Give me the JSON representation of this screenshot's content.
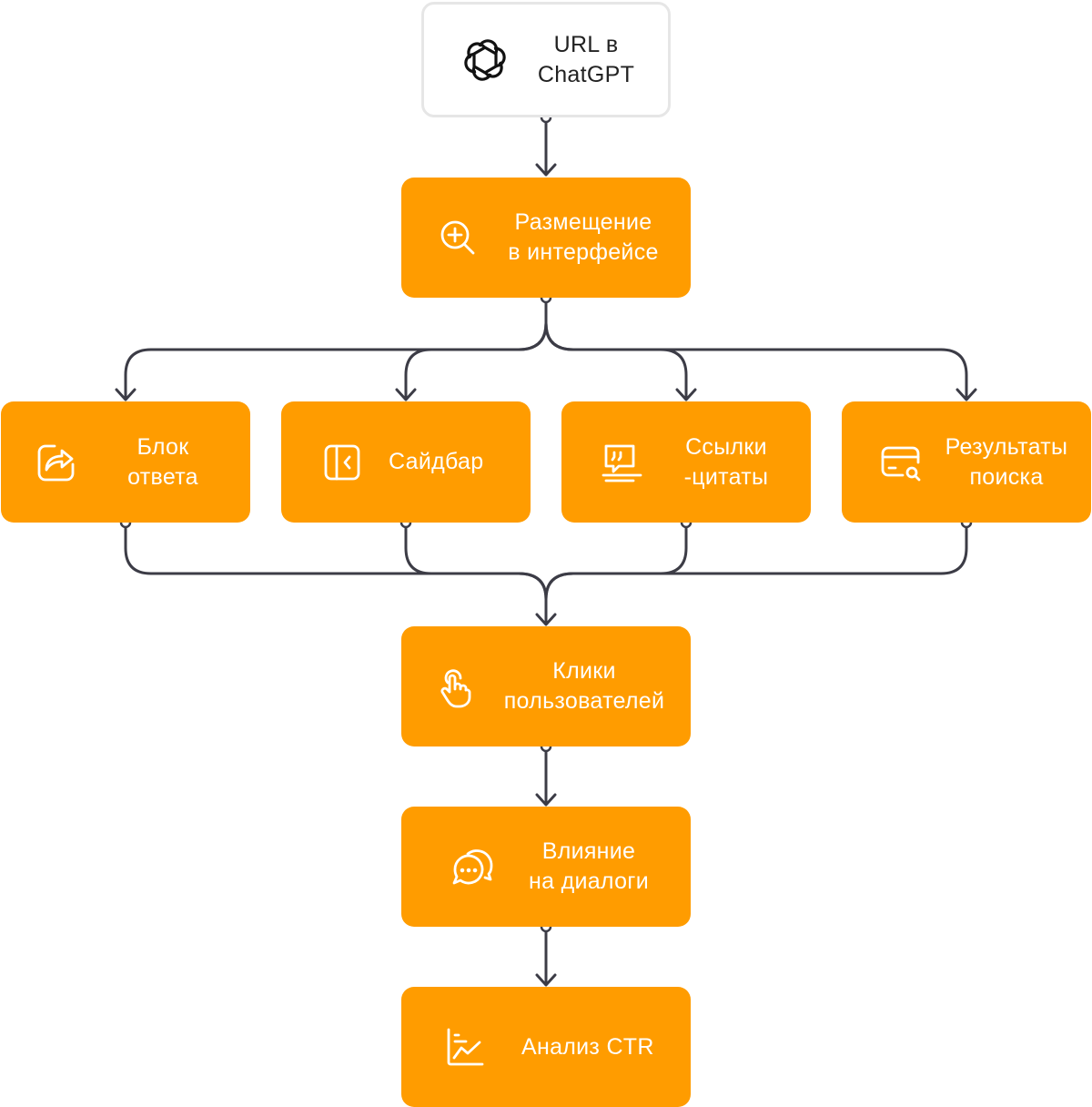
{
  "colors": {
    "node_fill": "#FF9C00",
    "start_fill": "#FFFFFF",
    "start_border": "#E6E6E6",
    "connector": "#3C3C46",
    "text_light": "#FFFFFF",
    "text_dark": "#222222"
  },
  "nodes": {
    "start": {
      "label": "URL в\nChatGPT",
      "icon": "openai-logo-icon"
    },
    "placement": {
      "label": "Размещение\nв интерфейсе",
      "icon": "zoom-plus-icon"
    },
    "answer_block": {
      "label": "Блок\nответа",
      "icon": "share-arrow-icon"
    },
    "sidebar": {
      "label": "Сайдбар",
      "icon": "sidebar-collapse-icon"
    },
    "citations": {
      "label": "Ссылки\n-цитаты",
      "icon": "quote-bubble-icon"
    },
    "search_results": {
      "label": "Результаты\nпоиска",
      "icon": "card-search-icon"
    },
    "clicks": {
      "label": "Клики\nпользователей",
      "icon": "pointer-hand-icon"
    },
    "dialogs": {
      "label": "Влияние\nна диалоги",
      "icon": "chat-bubbles-icon"
    },
    "ctr": {
      "label": "Анализ CTR",
      "icon": "line-chart-icon"
    }
  }
}
